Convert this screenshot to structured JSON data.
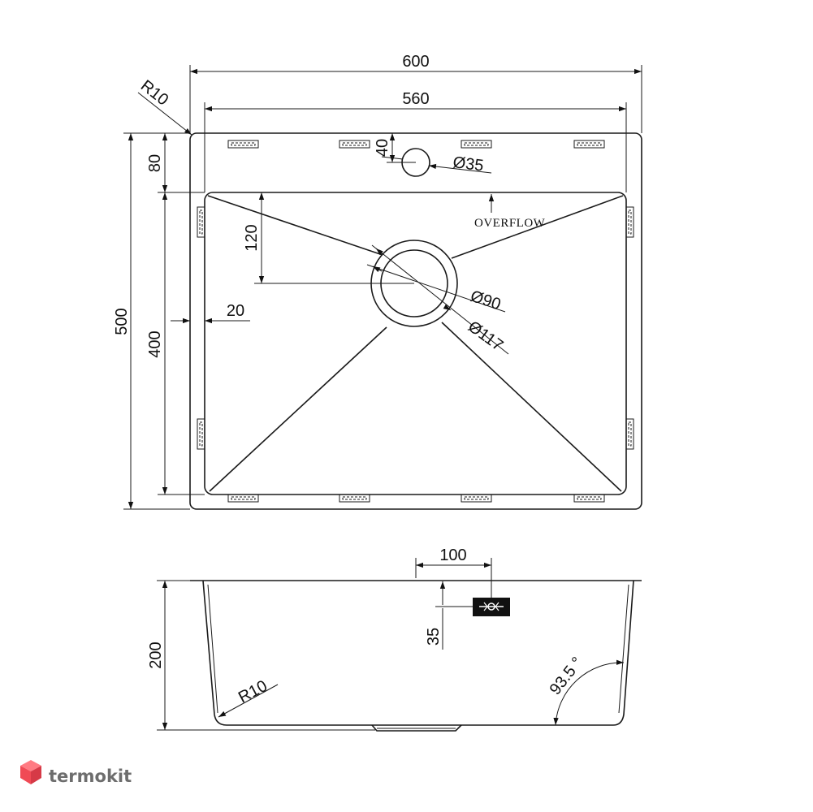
{
  "top_view": {
    "overall_width": "600",
    "bowl_width": "560",
    "corner_radius": "R10",
    "overall_depth": "500",
    "bowl_length": "400",
    "tap_hole_offset": "80",
    "tap_hole_edge": "40",
    "tap_hole_diameter": "Ø35",
    "drain_offset": "120",
    "side_margin": "20",
    "drain_inner_diameter": "Ø90",
    "drain_outer_diameter": "Ø117",
    "overflow_label": "OVERFLOW"
  },
  "side_view": {
    "overflow_offset": "100",
    "overflow_height": "35",
    "depth": "200",
    "bottom_radius": "R10",
    "wall_angle": "93.5 °"
  },
  "brand": {
    "name": "termokit",
    "colors": {
      "top": "#ff7b83",
      "left": "#f04a55",
      "right": "#d63a47"
    }
  }
}
